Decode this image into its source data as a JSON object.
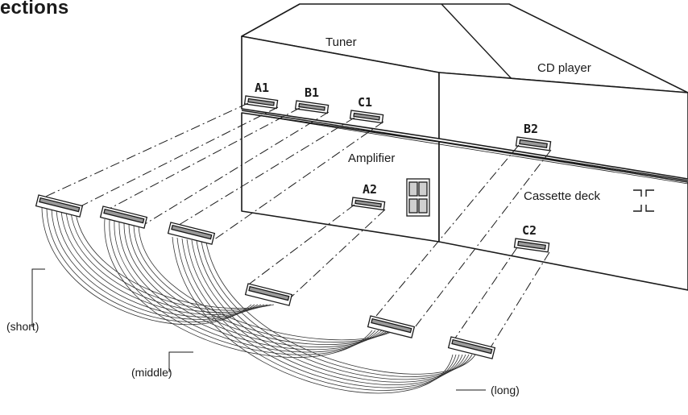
{
  "heading": "ections",
  "units": {
    "tuner": "Tuner",
    "cd_player": "CD player",
    "amplifier": "Amplifier",
    "cassette_deck": "Cassette deck"
  },
  "connectors": {
    "a1": "A1",
    "b1": "B1",
    "c1": "C1",
    "a2": "A2",
    "b2": "B2",
    "c2": "C2"
  },
  "cables": {
    "short": "(short)",
    "middle": "(middle)",
    "long": "(long)"
  }
}
